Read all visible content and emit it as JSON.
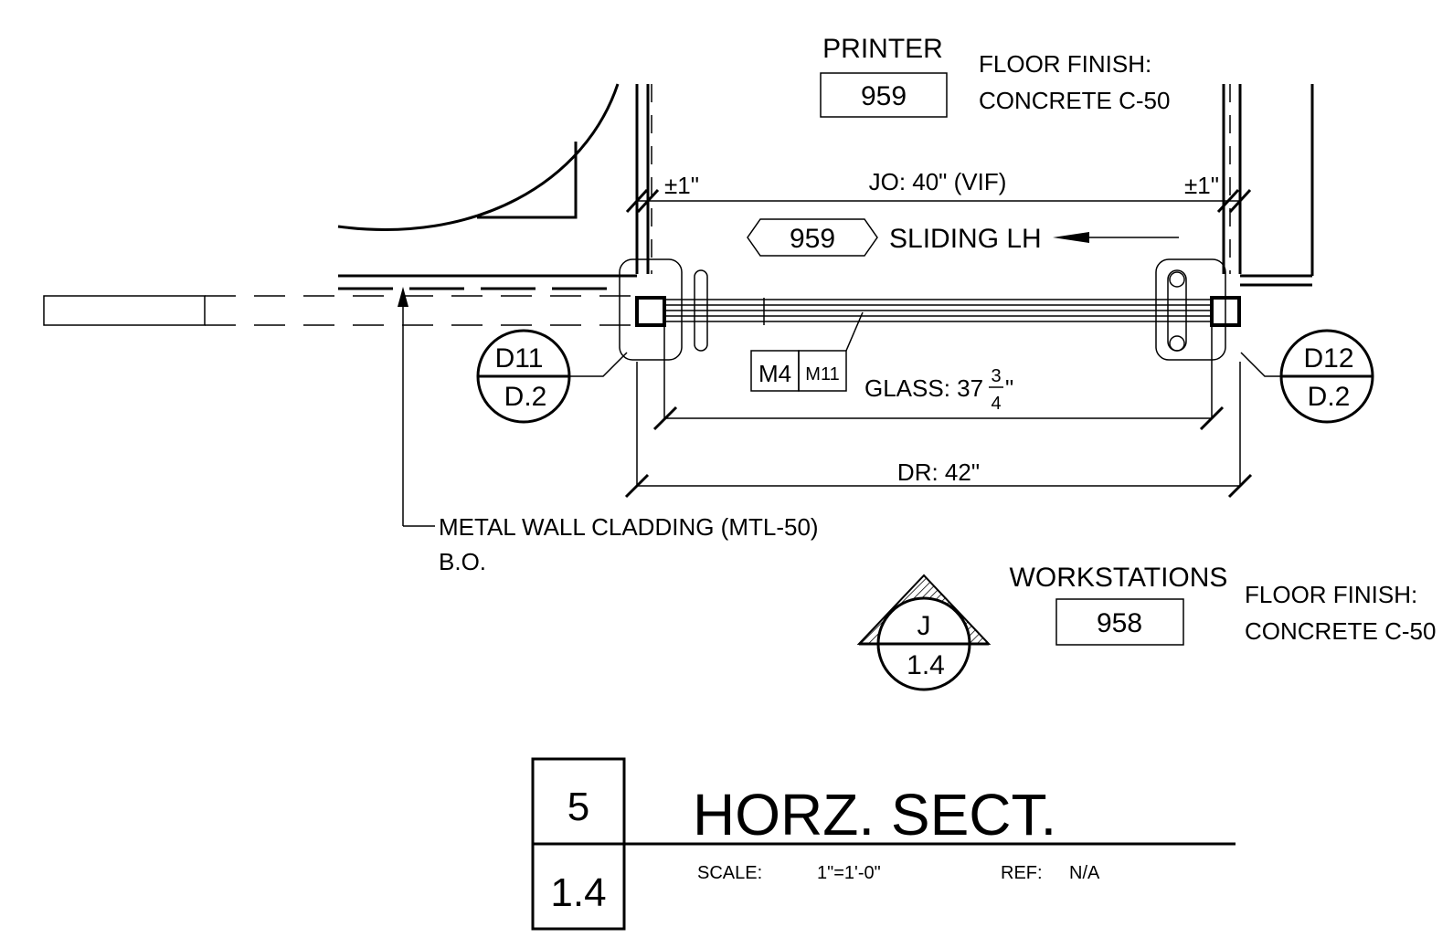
{
  "rooms": {
    "printer": {
      "name": "PRINTER",
      "number": "959",
      "finish_label": "FLOOR FINISH:",
      "finish_value": "CONCRETE C-50"
    },
    "workstations": {
      "name": "WORKSTATIONS",
      "number": "958",
      "finish_label": "FLOOR FINISH:",
      "finish_value": "CONCRETE C-50"
    }
  },
  "dimensions": {
    "tol_left": "±1\"",
    "tol_right": "±1\"",
    "jamb_opening": "JO: 40\" (VIF)",
    "glass_prefix": "GLASS: 37",
    "glass_num": "3",
    "glass_den": "4",
    "glass_unit": "\"",
    "door_width": "DR: 42\""
  },
  "door": {
    "tag": "959",
    "operation": "SLIDING LH"
  },
  "material_tags": {
    "m1": "M4",
    "m2": "M11"
  },
  "detail_refs": {
    "left": {
      "top": "D11",
      "bottom": "D.2"
    },
    "right": {
      "top": "D12",
      "bottom": "D.2"
    },
    "elevation": {
      "top": "J",
      "bottom": "1.4"
    }
  },
  "notes": {
    "cladding_line1": "METAL WALL CLADDING (MTL-50)",
    "cladding_line2": "B.O."
  },
  "title_block": {
    "number": "5",
    "sheet": "1.4",
    "title": "HORZ. SECT.",
    "scale_label": "SCALE:",
    "scale_value": "1\"=1'-0\"",
    "ref_label": "REF:",
    "ref_value": "N/A"
  }
}
